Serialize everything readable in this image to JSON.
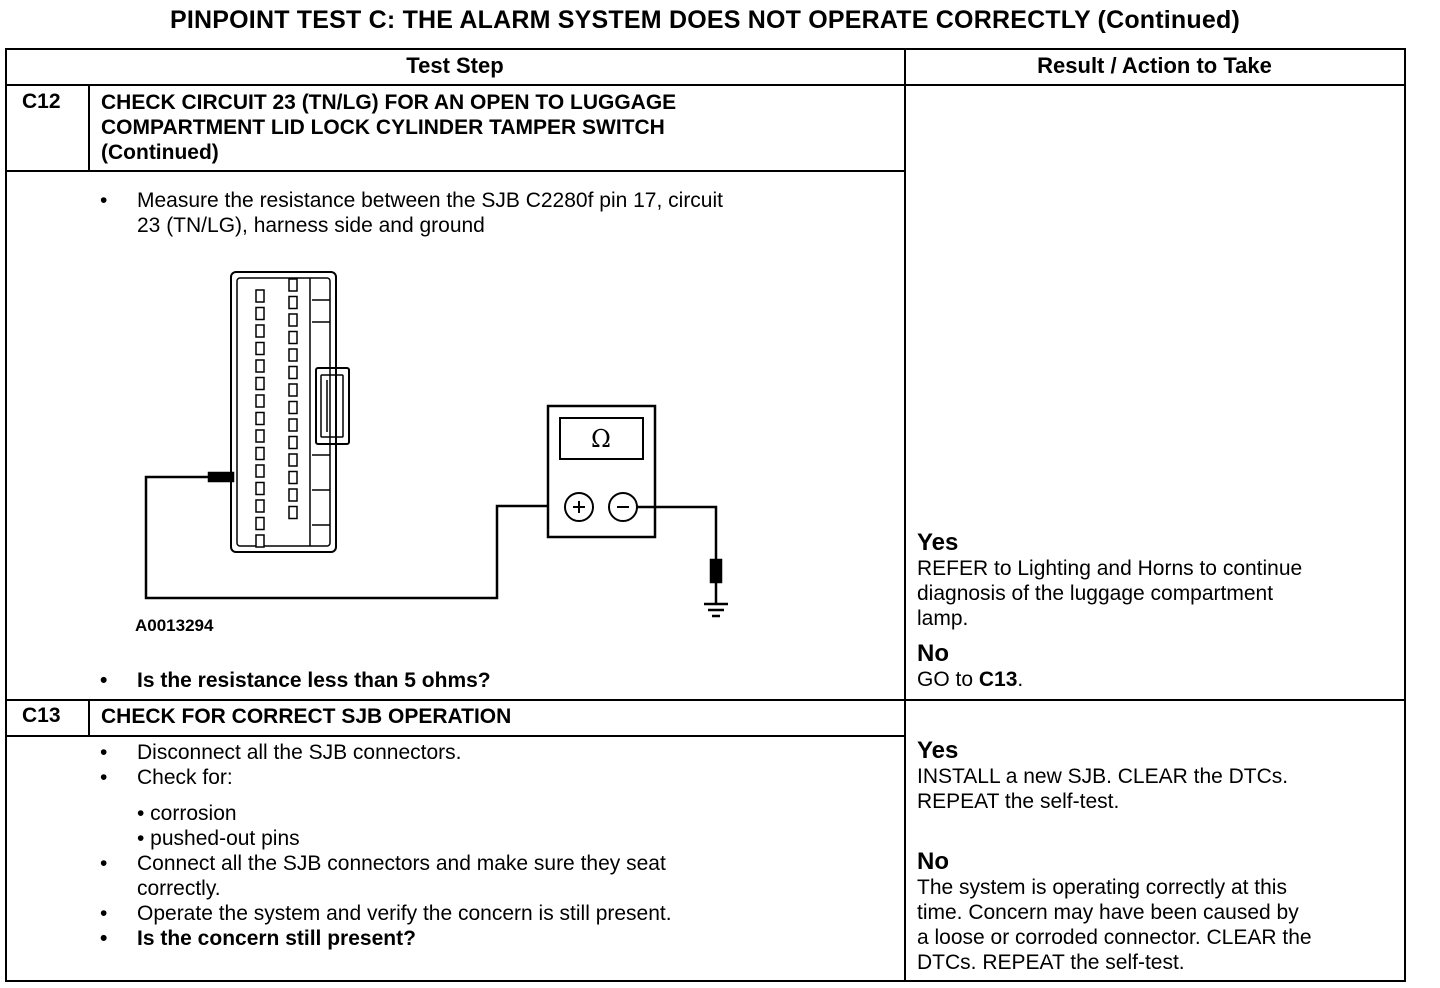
{
  "title": "PINPOINT TEST  C: THE ALARM SYSTEM DOES NOT OPERATE CORRECTLY (Continued)",
  "header": {
    "test_step": "Test Step",
    "result": "Result / Action to Take"
  },
  "c12": {
    "id": "C12",
    "title_lines": [
      "CHECK CIRCUIT 23 (TN/LG) FOR AN OPEN TO LUGGAGE",
      "COMPARTMENT LID LOCK CYLINDER TAMPER SWITCH",
      "(Continued)"
    ],
    "step1_lines": [
      "Measure the resistance between the SJB C2280f pin 17, circuit",
      "23 (TN/LG), harness side and ground"
    ],
    "figure_id": "A0013294",
    "meter_symbol": "Ω",
    "question": "Is the resistance less than 5 ohms?",
    "yes_label": "Yes",
    "yes_lines": [
      "REFER to Lighting and Horns to continue",
      "diagnosis of the luggage compartment",
      "lamp."
    ],
    "no_label": "No",
    "no_text": "GO to ",
    "no_target": "C13",
    "no_end": "."
  },
  "c13": {
    "id": "C13",
    "title": "CHECK FOR CORRECT SJB OPERATION",
    "step1": "Disconnect all the SJB connectors.",
    "step2": "Check for:",
    "sub1": "• corrosion",
    "sub2": "• pushed-out pins",
    "step3_lines": [
      "Connect all the SJB connectors and make sure they seat",
      "correctly."
    ],
    "step4": "Operate the system and verify the concern is still present.",
    "question": "Is the concern still present?",
    "yes_label": "Yes",
    "yes_lines": [
      "INSTALL a new SJB. CLEAR the DTCs.",
      "REPEAT the self-test."
    ],
    "no_label": "No",
    "no_lines": [
      "The system is operating correctly at this",
      "time. Concern may have been caused by",
      "a loose or corroded connector. CLEAR the",
      "DTCs. REPEAT the self-test."
    ]
  },
  "bullet": "•"
}
